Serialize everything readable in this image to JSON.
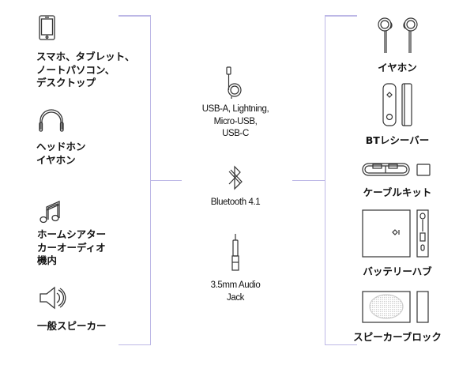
{
  "devices": [
    {
      "icon": "smartphone-icon",
      "lines": [
        "スマホ、タブレット、",
        "ノートパソコン、",
        "デスクトップ"
      ]
    },
    {
      "icon": "headphones-icon",
      "lines": [
        "ヘッドホン",
        "イヤホン"
      ]
    },
    {
      "icon": "music-note-icon",
      "lines": [
        "ホームシアター",
        "カーオーディオ",
        "機内"
      ]
    },
    {
      "icon": "speaker-icon",
      "lines": [
        "一般スピーカー"
      ]
    }
  ],
  "connections": [
    {
      "icon": "cable-icon",
      "lines": [
        "USB-A, Lightning,",
        "Micro-USB,",
        "USB-C"
      ]
    },
    {
      "icon": "bluetooth-icon",
      "lines": [
        "Bluetooth 4.1"
      ]
    },
    {
      "icon": "audio-jack-icon",
      "lines": [
        "3.5mm Audio",
        "Jack"
      ]
    }
  ],
  "products": [
    {
      "icon": "earphones-icon",
      "label": "イヤホン"
    },
    {
      "icon": "bt-receiver-icon",
      "label": "BTレシーバー"
    },
    {
      "icon": "cable-kit-icon",
      "label": "ケーブルキット"
    },
    {
      "icon": "battery-hub-icon",
      "label": "バッテリーハブ"
    },
    {
      "icon": "speaker-block-icon",
      "label": "スピーカーブロック"
    }
  ],
  "colors": {
    "bracket": "#bdb8e6",
    "stroke": "#333333"
  }
}
